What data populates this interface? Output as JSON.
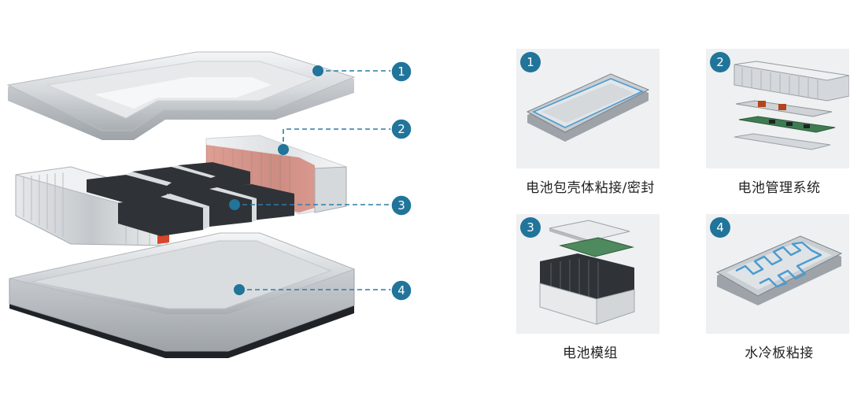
{
  "colors": {
    "accent": "#21749a",
    "leader_line": "#2a7da5",
    "panel_bg": "#eef0f1",
    "aluminum": "#c9ced3",
    "heat_pad": "#d8452a"
  },
  "exploded_view": {
    "callouts": [
      {
        "number": "1",
        "part": "top-cover"
      },
      {
        "number": "2",
        "part": "bms-board"
      },
      {
        "number": "3",
        "part": "battery-module"
      },
      {
        "number": "4",
        "part": "lower-tray"
      }
    ]
  },
  "cards": [
    {
      "number": "1",
      "caption": "电池包壳体粘接/密封",
      "icon": "battery-housing"
    },
    {
      "number": "2",
      "caption": "电池管理系统",
      "icon": "battery-management-system"
    },
    {
      "number": "3",
      "caption": "电池模组",
      "icon": "battery-module"
    },
    {
      "number": "4",
      "caption": "水冷板粘接",
      "icon": "water-cooling-plate"
    }
  ]
}
